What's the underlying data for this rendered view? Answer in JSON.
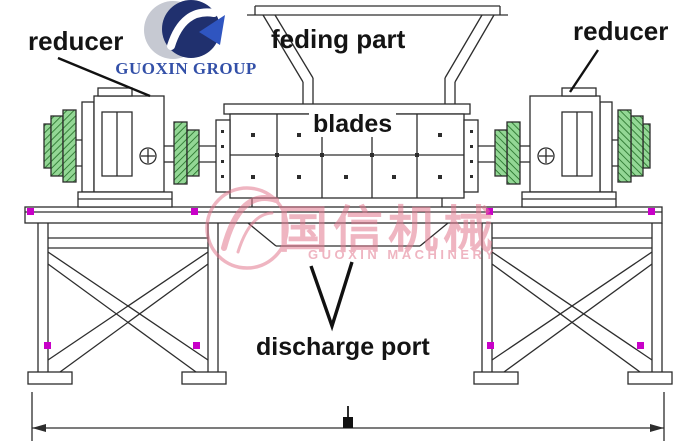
{
  "annotations": {
    "reducer_left": {
      "label": "reducer"
    },
    "reducer_right": {
      "label": "reducer"
    },
    "feeding_part": {
      "label": "feding part"
    },
    "blades": {
      "label": "blades"
    },
    "discharge_port": {
      "label": "discharge port"
    }
  },
  "branding": {
    "group_name": "GUOXIN GROUP"
  },
  "watermark": {
    "text_cn": "国信机械",
    "text_en": "GUOXIN MACHINERY"
  },
  "colors": {
    "drawing_line": "#2d2d2d",
    "coupling_green": "#93d795",
    "accent_magenta": "#c800c8",
    "logo_navy": "#20306e",
    "logo_blue": "#3350a8",
    "watermark_pink": "#e2798f"
  }
}
